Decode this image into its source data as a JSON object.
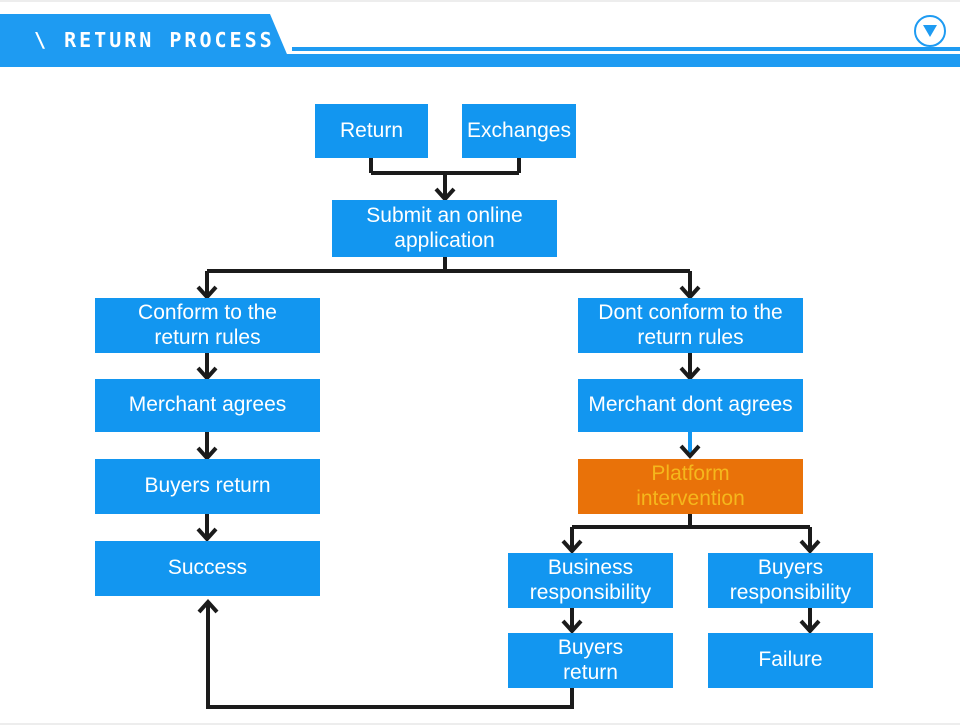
{
  "header": {
    "title": "\\ RETURN PROCESS",
    "icon": "triangle-down"
  },
  "colors": {
    "accent": "#1296F0",
    "header_blue": "#1E9BF2",
    "orange": "#E97209",
    "orange_text": "#F5B71C",
    "line": "#1B1B1B",
    "node_text": "#FFFFFF"
  },
  "nodes": {
    "return": {
      "label": "Return"
    },
    "exchanges": {
      "label": "Exchanges"
    },
    "submit": {
      "label": "Submit an online\napplication"
    },
    "conform": {
      "label": "Conform to the\nreturn rules"
    },
    "dont_conform": {
      "label": "Dont conform to the\nreturn rules"
    },
    "merchant_agrees": {
      "label": "Merchant agrees"
    },
    "merchant_dont": {
      "label": "Merchant dont agrees"
    },
    "buyers_return": {
      "label": "Buyers return"
    },
    "platform": {
      "label": "Platform\nintervention"
    },
    "success": {
      "label": "Success"
    },
    "business_resp": {
      "label": "Business\nresponsibility"
    },
    "buyers_resp": {
      "label": "Buyers\nresponsibility"
    },
    "buyers_return2": {
      "label": "Buyers\nreturn"
    },
    "failure": {
      "label": "Failure"
    }
  }
}
